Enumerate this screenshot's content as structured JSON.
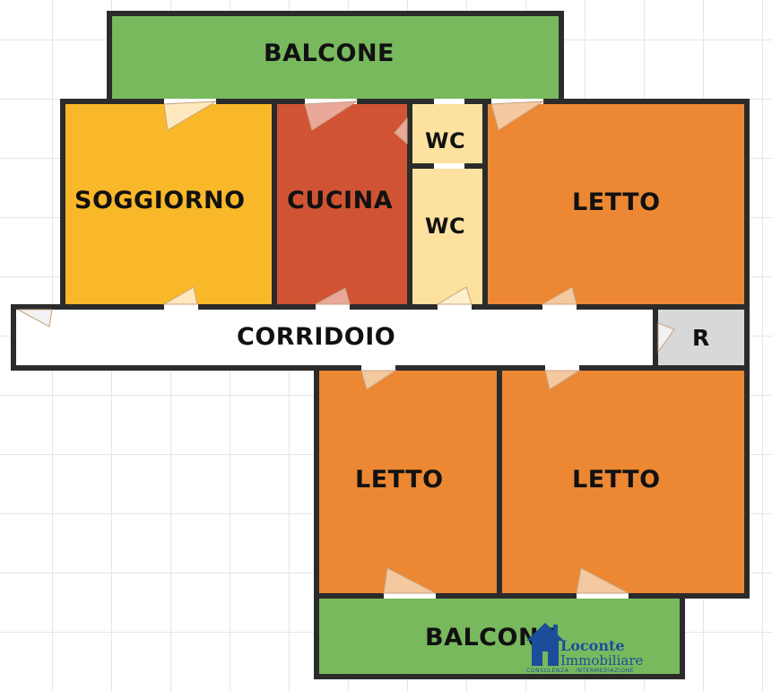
{
  "rooms": {
    "balcone_top": "BALCONE",
    "soggiorno": "SOGGIORNO",
    "cucina": "CUCINA",
    "wc1": "WC",
    "wc2": "WC",
    "letto_top": "LETTO",
    "corridoio": "CORRIDOIO",
    "ripostiglio": "R",
    "letto_bottom_left": "LETTO",
    "letto_bottom_right": "LETTO",
    "balcone_bottom": "BALCONE"
  },
  "logo": {
    "name": "Loconte",
    "subtitle": "Immobiliare",
    "tagline": "CONSULENZA · INTERMEDIAZIONE"
  },
  "colors": {
    "balcone": "#79b95e",
    "soggiorno": "#f9b82a",
    "cucina": "#d05434",
    "wc": "#fde19f",
    "letto": "#ec8833",
    "corridoio": "#ffffff",
    "ripostiglio": "#d6d9d8",
    "wall": "#2b2b2b",
    "logo_blue": "#1b4d9b"
  }
}
